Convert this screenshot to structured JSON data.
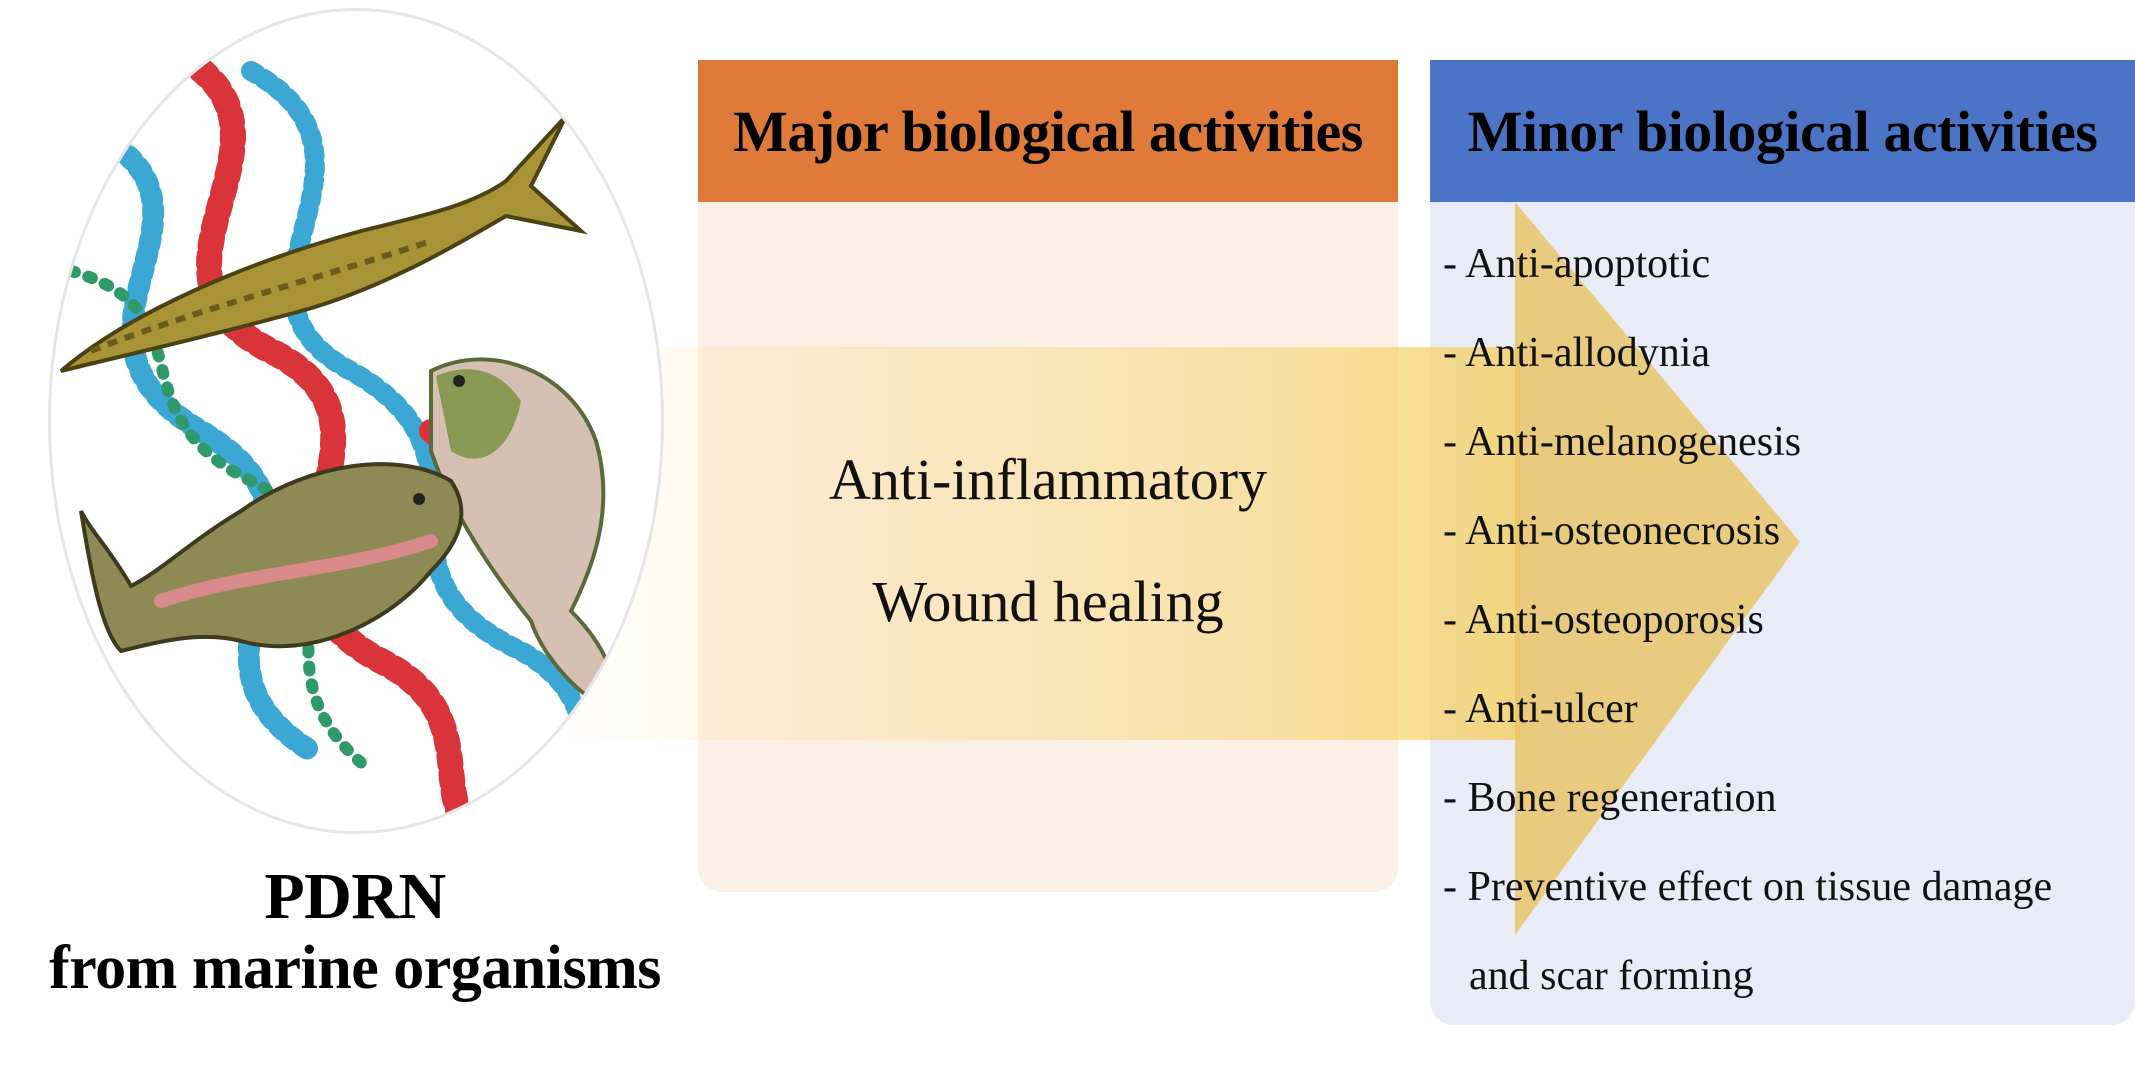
{
  "left": {
    "title_line1": "PDRN",
    "title_line2": "from marine organisms"
  },
  "major": {
    "header": "Major biological activities",
    "items": [
      "Anti-inflammatory",
      "Wound healing"
    ]
  },
  "minor": {
    "header": "Minor biological activities",
    "items": [
      "- Anti-apoptotic",
      "- Anti-allodynia",
      "- Anti-melanogenesis",
      "- Anti-osteonecrosis",
      "- Anti-osteoporosis",
      "- Anti-ulcer",
      "- Bone regeneration",
      "- Preventive effect on tissue damage",
      "and scar forming"
    ]
  },
  "colors": {
    "major_header": "#e07a3a",
    "minor_header": "#4c74c6",
    "arrow": "#f5cd55",
    "major_panel": "#fbf0e6",
    "minor_panel": "#e9ecf7"
  }
}
